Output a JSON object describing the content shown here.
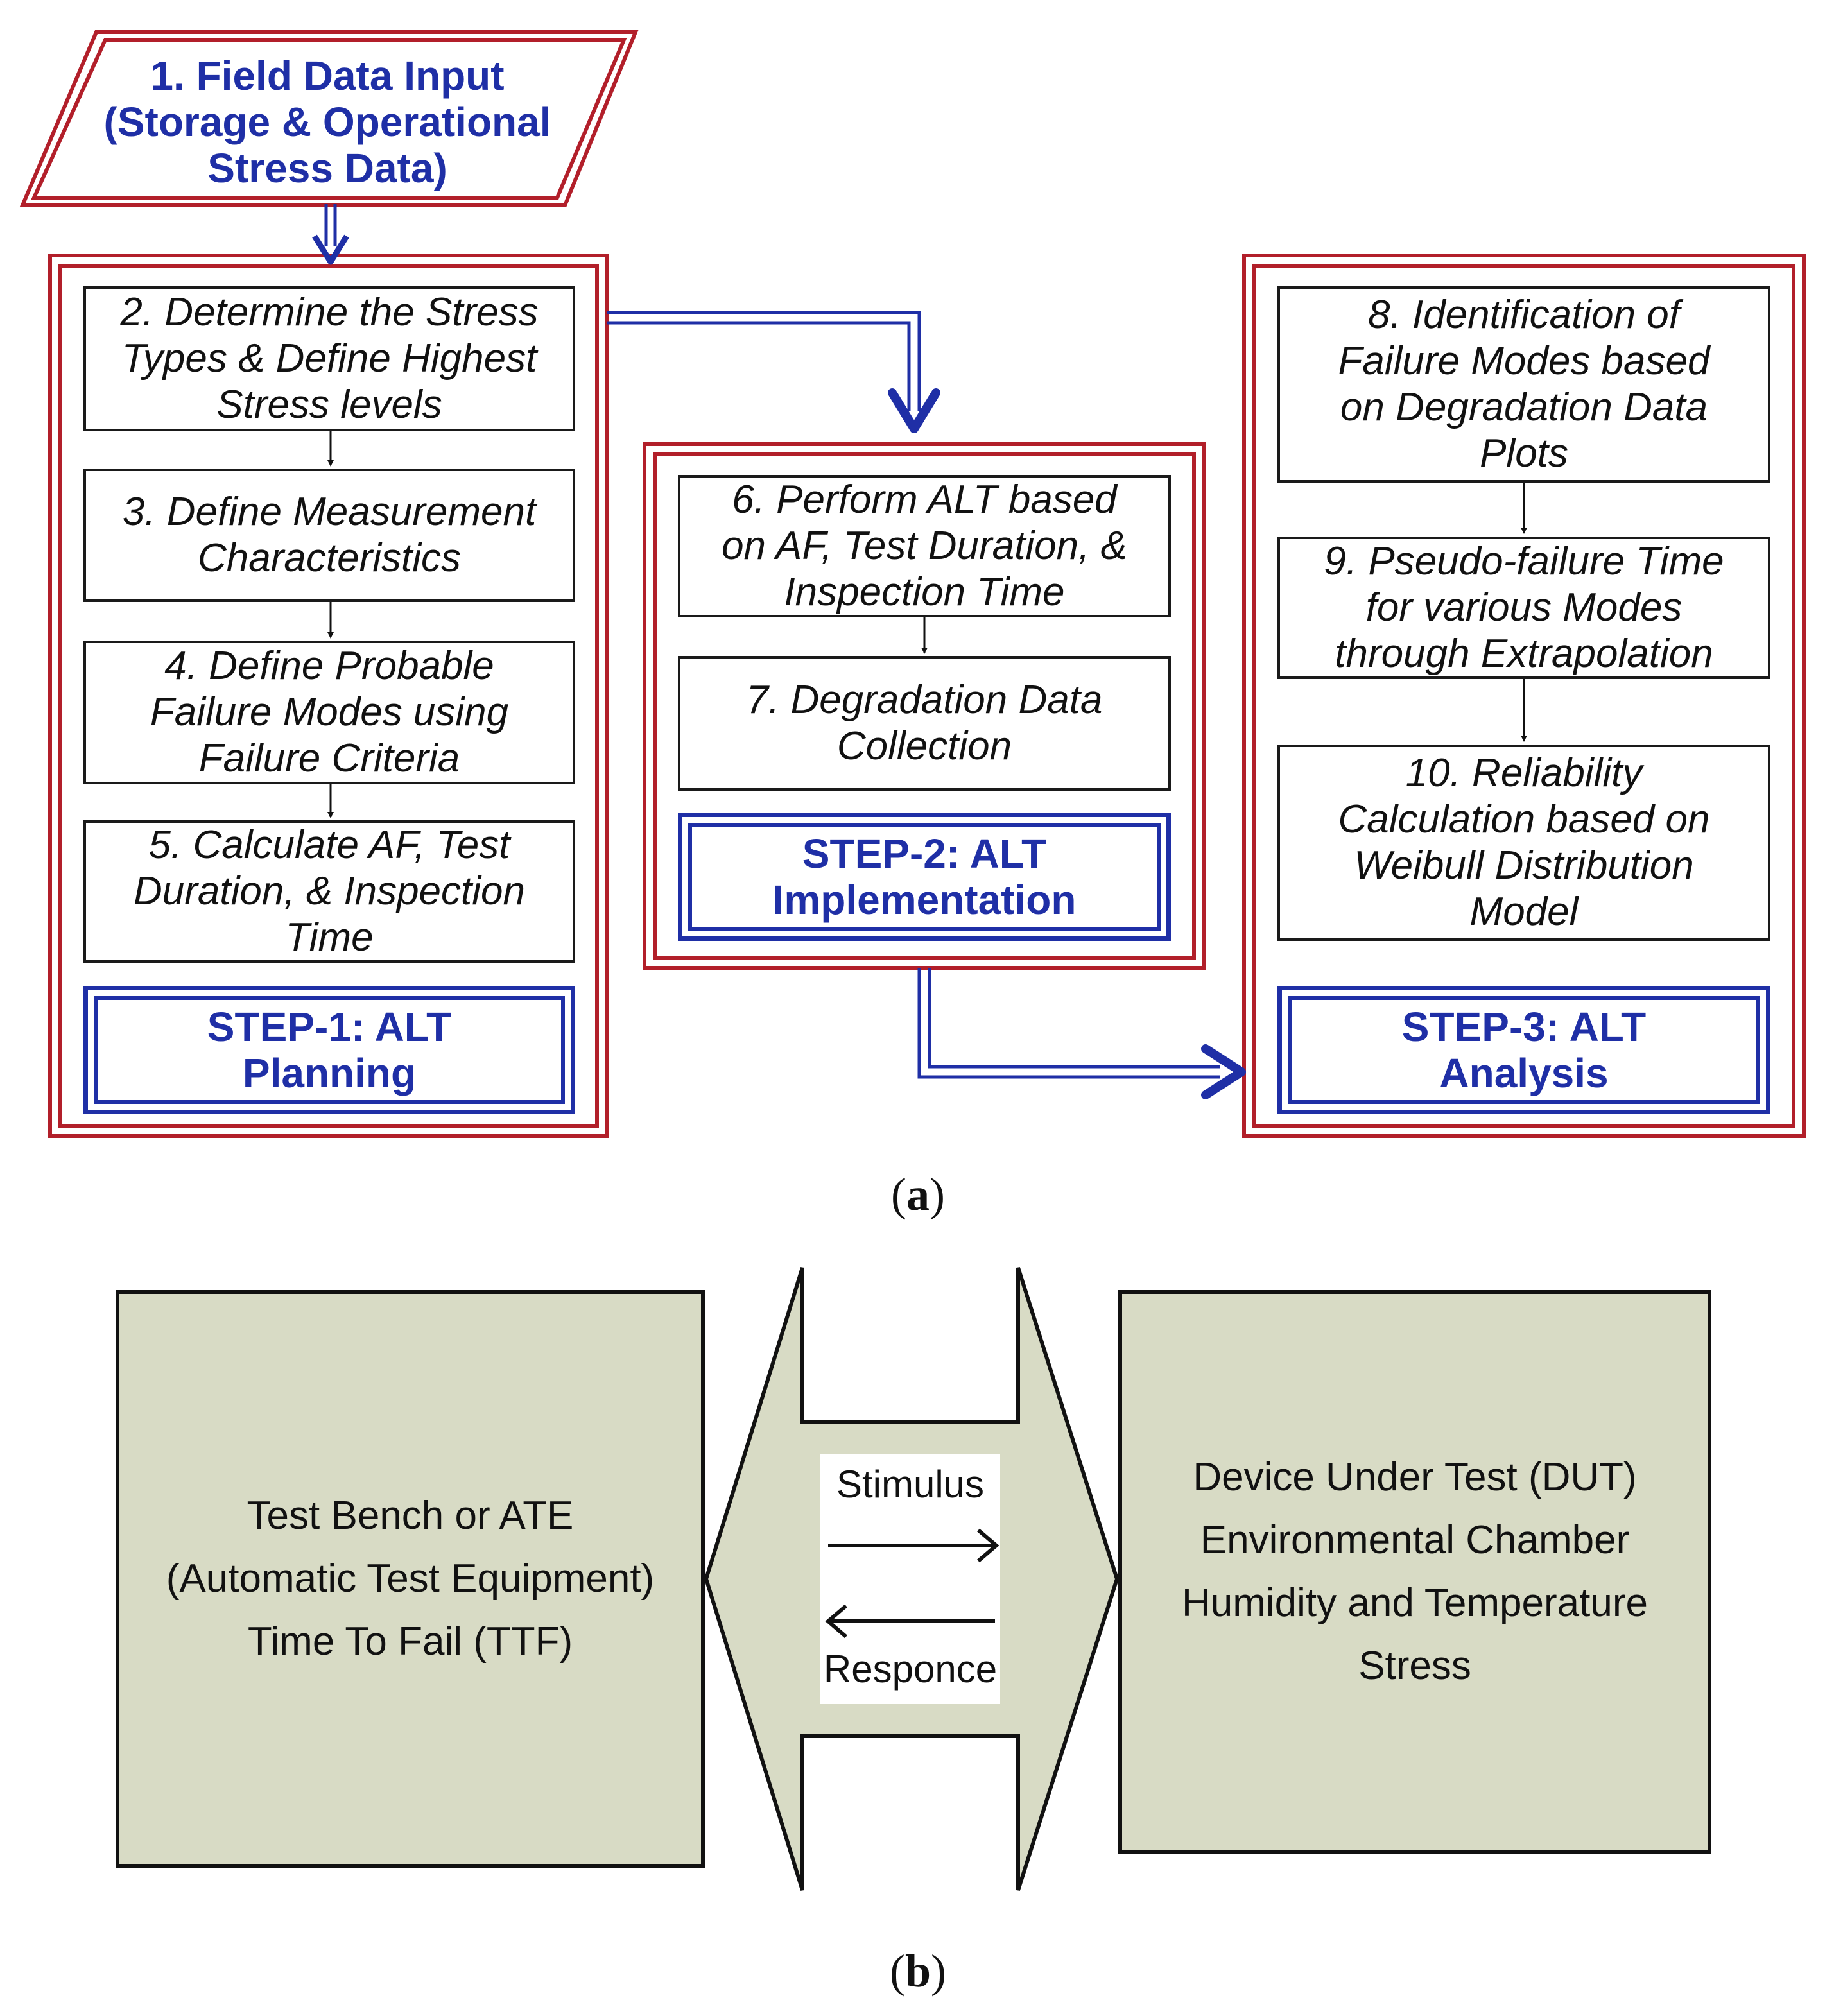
{
  "panel_a": {
    "caption_letter": "a",
    "input": {
      "label": "1. Field Data Input\n(Storage & Operational\nStress Data)"
    },
    "nodes": [
      {
        "id": "n2",
        "label": "2. Determine the Stress\nTypes & Define Highest\nStress levels"
      },
      {
        "id": "n3",
        "label": "3. Define Measurement\nCharacteristics"
      },
      {
        "id": "n4",
        "label": "4. Define Probable\nFailure Modes using\nFailure Criteria"
      },
      {
        "id": "n5",
        "label": "5. Calculate AF, Test\nDuration, & Inspection\nTime"
      },
      {
        "id": "n6",
        "label": "6. Perform ALT based\non AF, Test Duration, &\nInspection Time"
      },
      {
        "id": "n7",
        "label": "7. Degradation Data\nCollection"
      },
      {
        "id": "n8",
        "label": "8. Identification of\nFailure Modes based\non Degradation Data\nPlots"
      },
      {
        "id": "n9",
        "label": "9. Pseudo-failure Time\nfor various Modes\nthrough Extrapolation"
      },
      {
        "id": "n10",
        "label": "10. Reliability\nCalculation based on\nWeibull Distribution\nModel"
      }
    ],
    "steps": [
      {
        "id": "s1",
        "label": "STEP-1: ALT\nPlanning"
      },
      {
        "id": "s2",
        "label": "STEP-2: ALT\nImplementation"
      },
      {
        "id": "s3",
        "label": "STEP-3: ALT\nAnalysis"
      }
    ]
  },
  "panel_b": {
    "caption_letter": "b",
    "left_box": "Test Bench or ATE\n(Automatic Test Equipment)\nTime To Fail (TTF)",
    "right_box": "Device Under Test (DUT)\nEnvironmental Chamber\nHumidity and Temperature\nStress",
    "stimulus": "Stimulus",
    "response": "Responce"
  },
  "colors": {
    "frame_red": "#b21f2a",
    "accent_blue": "#1f2fa6",
    "box_fill": "#d8dbc5"
  }
}
